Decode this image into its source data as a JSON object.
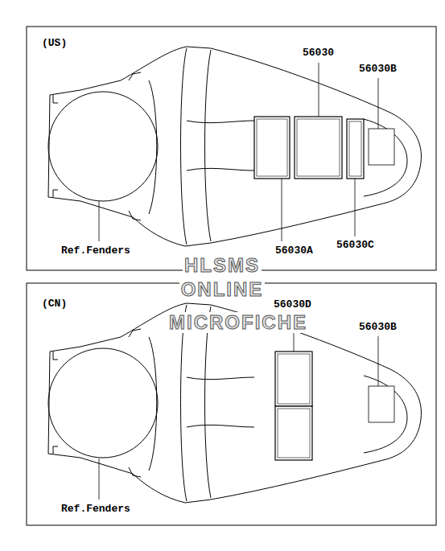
{
  "diagram": {
    "labels": [
      "(US)",
      "56030",
      "56030B",
      "56030A",
      "56030C",
      "Ref.Fenders",
      "(CN)",
      "56030D",
      "56030B",
      "Ref.Fenders",
      "HLSMS",
      "ONLINE",
      "MICROFICHE"
    ]
  }
}
